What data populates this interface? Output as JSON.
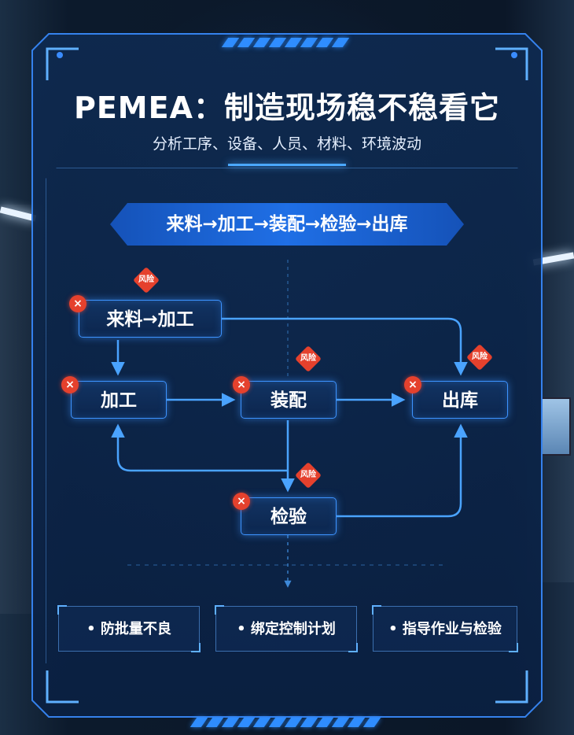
{
  "header": {
    "title": "PEMEA：制造现场稳不稳看它",
    "subtitle": "分析工序、设备、人员、材料、环境波动"
  },
  "banner": {
    "text": "来料→加工→装配→检验→出库"
  },
  "nodes": {
    "incoming_process": "来料→加工",
    "process": "加工",
    "assembly": "装配",
    "shipping": "出库",
    "inspection": "检验"
  },
  "risk_label": "风险",
  "error_mark": "×",
  "actions": [
    {
      "label": "• 防批量不良"
    },
    {
      "label": "• 绑定控制计划"
    },
    {
      "label": "• 指导作业与检验"
    }
  ],
  "colors": {
    "accent": "#3d93ff",
    "banner": "#1f6fe6",
    "risk": "#e5412d",
    "panel": "#0e2a50"
  }
}
